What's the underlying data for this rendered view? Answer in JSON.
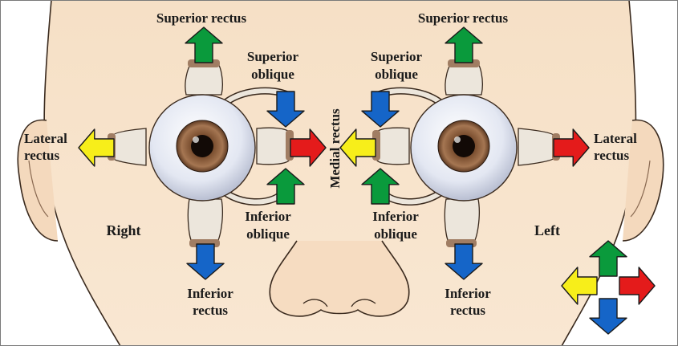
{
  "labels": {
    "superior_rectus_right": "Superior rectus",
    "superior_rectus_left": "Superior rectus",
    "superior_oblique_right": [
      "Superior",
      "oblique"
    ],
    "superior_oblique_left": [
      "Superior",
      "oblique"
    ],
    "lateral_rectus_right": [
      "Lateral",
      "rectus"
    ],
    "lateral_rectus_left": [
      "Lateral",
      "rectus"
    ],
    "medial_rectus": "Medial rectus",
    "inferior_oblique_right": [
      "Inferior",
      "oblique"
    ],
    "inferior_oblique_left": [
      "Inferior",
      "oblique"
    ],
    "inferior_rectus_right": [
      "Inferior",
      "rectus"
    ],
    "inferior_rectus_left": [
      "Inferior",
      "rectus"
    ],
    "side_right": "Right",
    "side_left": "Left"
  },
  "colors": {
    "superior": "#0a9a3c",
    "inferior": "#1565c8",
    "lateral": "#e41b1b",
    "medial": "#f7ee1a",
    "skin": "#f7e2c8",
    "skin_shadow": "#e9c9a6",
    "outline": "#3a2a1e",
    "sclera": "#e6e9f3",
    "muscle": "#ece6dc",
    "tendon": "#a07d63",
    "iris": "#8a5b3b"
  }
}
